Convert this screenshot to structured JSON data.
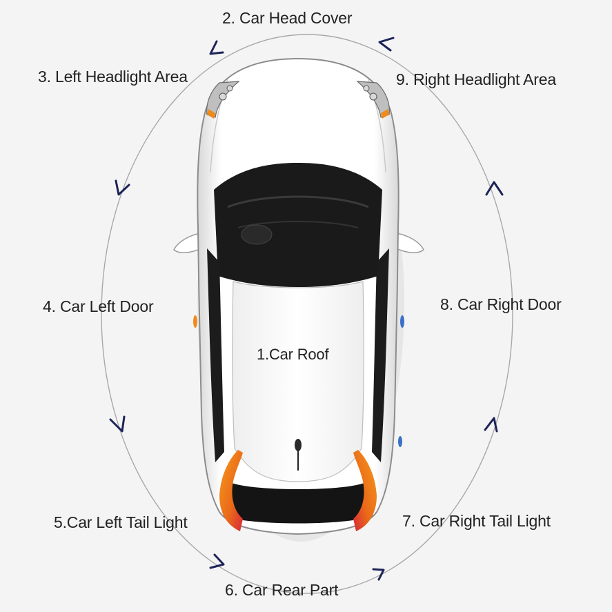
{
  "labels": {
    "roof": "1.Car Roof",
    "head_cover": "2. Car Head Cover",
    "left_headlight": "3.  Left Headlight Area",
    "left_door": "4. Car Left Door",
    "left_tail_light": "5.Car Left Tail Light",
    "rear_part": "6. Car Rear Part",
    "right_tail_light": "7. Car Right Tail Light",
    "right_door": "8. Car Right Door",
    "right_headlight": "9. Right Headlight Area"
  },
  "colors": {
    "background": "#f4f4f4",
    "text": "#222222",
    "path_line": "#a8a8a8",
    "arrow": "#1c2358",
    "car_body": "#ffffff",
    "glass": "#1a1a1a",
    "indicator_orange": "#f08a1a",
    "tail_red": "#d6283a"
  },
  "arrow_direction": "counter-clockwise",
  "icons": [
    "arrow-chevron-icon",
    "antenna-icon",
    "mirror-icon",
    "headlight-icon",
    "tail-light-icon"
  ]
}
